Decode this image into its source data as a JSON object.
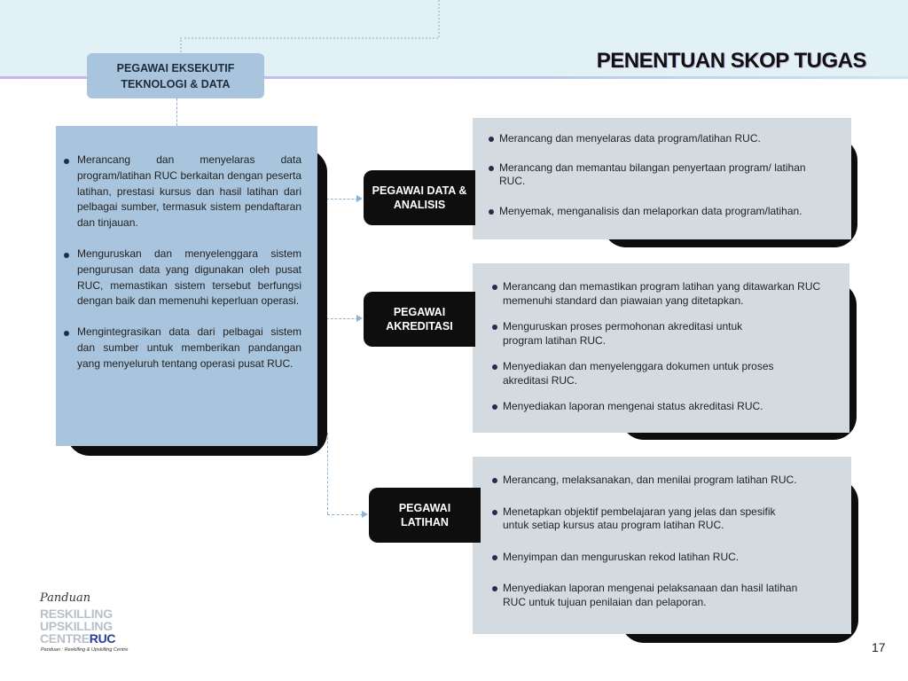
{
  "title": "PENENTUAN SKOP TUGAS",
  "top_role": "PEGAWAI EKSEKUTIF TEKNOLOGI & DATA",
  "left_panel": [
    "Merancang dan menyelaras data program/latihan RUC berkaitan dengan peserta latihan, prestasi kursus dan hasil latihan dari pelbagai sumber, termasuk sistem pendaftaran dan tinjauan.",
    "Menguruskan dan menyelenggara sistem pengurusan data yang digunakan oleh pusat RUC, memastikan sistem tersebut berfungsi dengan baik dan memenuhi keperluan operasi.",
    "Mengintegrasikan data dari pelbagai sistem dan sumber untuk memberikan pandangan yang menyeluruh tentang operasi pusat RUC."
  ],
  "roles": [
    {
      "label": "PEGAWAI DATA & ANALISIS",
      "items": [
        "Merancang dan menyelaras data program/latihan RUC.",
        "Merancang dan memantau bilangan penyertaan program/ latihan RUC.",
        "Menyemak, menganalisis dan melaporkan data program/latihan."
      ]
    },
    {
      "label": "PEGAWAI AKREDITASI",
      "items": [
        "Merancang dan memastikan program latihan yang ditawarkan RUC memenuhi standard dan piawaian yang ditetapkan.",
        "Menguruskan proses permohonan akreditasi untuk program latihan RUC.",
        "Menyediakan dan menyelenggara dokumen untuk proses akreditasi RUC.",
        "Menyediakan laporan mengenai status akreditasi RUC."
      ]
    },
    {
      "label": "PEGAWAI LATIHAN",
      "items": [
        "Merancang, melaksanakan, dan menilai program latihan RUC.",
        "Menetapkan objektif pembelajaran yang jelas dan spesifik untuk setiap kursus atau program latihan RUC.",
        "Menyimpan dan menguruskan rekod latihan RUC.",
        "Menyediakan laporan mengenai pelaksanaan dan hasil latihan RUC untuk tujuan penilaian dan pelaporan."
      ]
    }
  ],
  "logo": {
    "script": "Panduan",
    "line1": "RESKILLING",
    "line2": "UPSKILLING",
    "line3": "CENTRE",
    "ruc": "RUC",
    "subtitle": "Panduan : Reskilling & Upskilling Centre"
  },
  "page_number": "17",
  "colors": {
    "panel": "#a9c5dd",
    "card": "#d3dbe0",
    "label_bg": "#0e0e0e",
    "band": "#e2f1f6"
  }
}
